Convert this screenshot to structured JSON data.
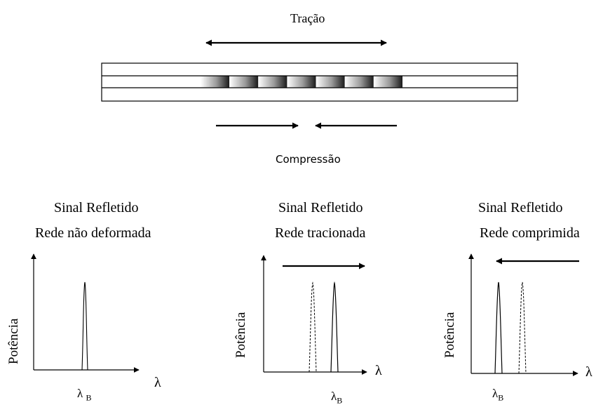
{
  "fiber": {
    "traction_label": "Tração",
    "compression_label": "Compressão",
    "grating_period_count": 7
  },
  "panels": [
    {
      "id": "undeformed",
      "title": "Sinal Refletido",
      "subtitle": "Rede não deformada",
      "ylabel": "Potência",
      "xlabel": "λ",
      "peak_label": "λ",
      "peak_label_sub": "B",
      "shift_arrow": "none"
    },
    {
      "id": "tensioned",
      "title": "Sinal Refletido",
      "subtitle": "Rede tracionada",
      "ylabel": "Potência",
      "xlabel": "λ",
      "peak_label": "λ",
      "peak_label_sub": "B",
      "shift_arrow": "right"
    },
    {
      "id": "compressed",
      "title": "Sinal Refletido",
      "subtitle": "Rede comprimida",
      "ylabel": "Potência",
      "xlabel": "λ",
      "peak_label": "λ",
      "peak_label_sub": "B",
      "shift_arrow": "left"
    }
  ]
}
